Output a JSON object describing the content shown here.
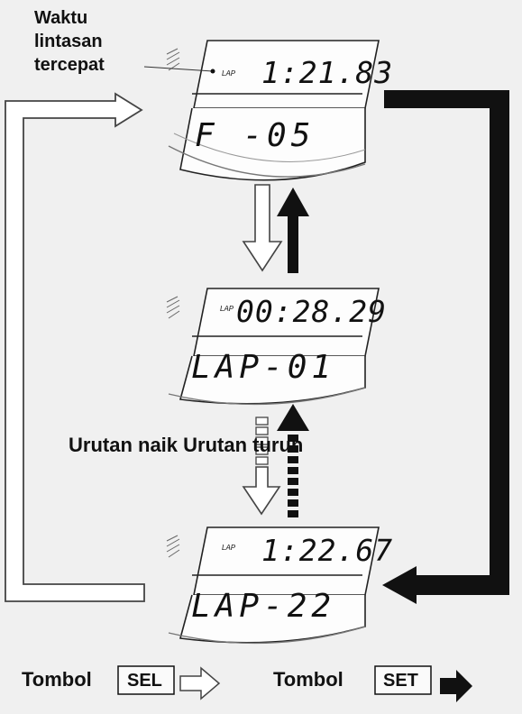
{
  "callout": {
    "line1": "Waktu",
    "line2": "lintasan",
    "line3": "tercepat"
  },
  "displays": [
    {
      "lap_tag": "LAP",
      "top_text": "1:21.83",
      "bottom_text": "F -05"
    },
    {
      "lap_tag": "LAP",
      "top_text": "00:28.29",
      "bottom_text": "LAP-01"
    },
    {
      "lap_tag": "LAP",
      "top_text": "1:22.67",
      "bottom_text": "LAP-22"
    }
  ],
  "order_label": "Urutan naik Urutan turun",
  "legend": {
    "sel": {
      "word": "Tombol",
      "key": "SEL"
    },
    "set": {
      "word": "Tombol",
      "key": "SET"
    }
  }
}
